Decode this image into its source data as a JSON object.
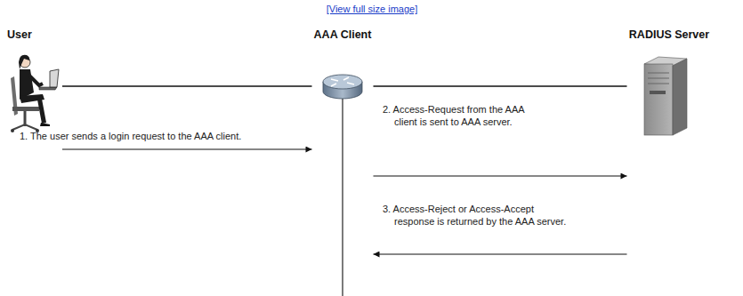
{
  "diagram": {
    "nodes": [
      {
        "text": [
          "User"
        ]
      },
      {
        "text": [
          "AAA Client"
        ]
      },
      {
        "text": [
          "RADIUS Server"
        ]
      }
    ],
    "edges": [
      {
        "from": 0,
        "to": 1,
        "arrow": "none"
      },
      {
        "from": 1,
        "to": 2,
        "arrow": "none"
      },
      {
        "from": 0,
        "to": 1,
        "arrow": "to",
        "label": "1. The user sends a login request to the AAA client."
      },
      {
        "from": 1,
        "to": 2,
        "arrow": "to",
        "label": "2. Access-Request from the AAA client is sent to AAA server."
      },
      {
        "from": 2,
        "to": 1,
        "arrow": "to",
        "label": "3. Access-Reject or Access-Accept response is returned by the AAA server."
      }
    ],
    "labels": [
      "[View full size image]"
    ]
  }
}
